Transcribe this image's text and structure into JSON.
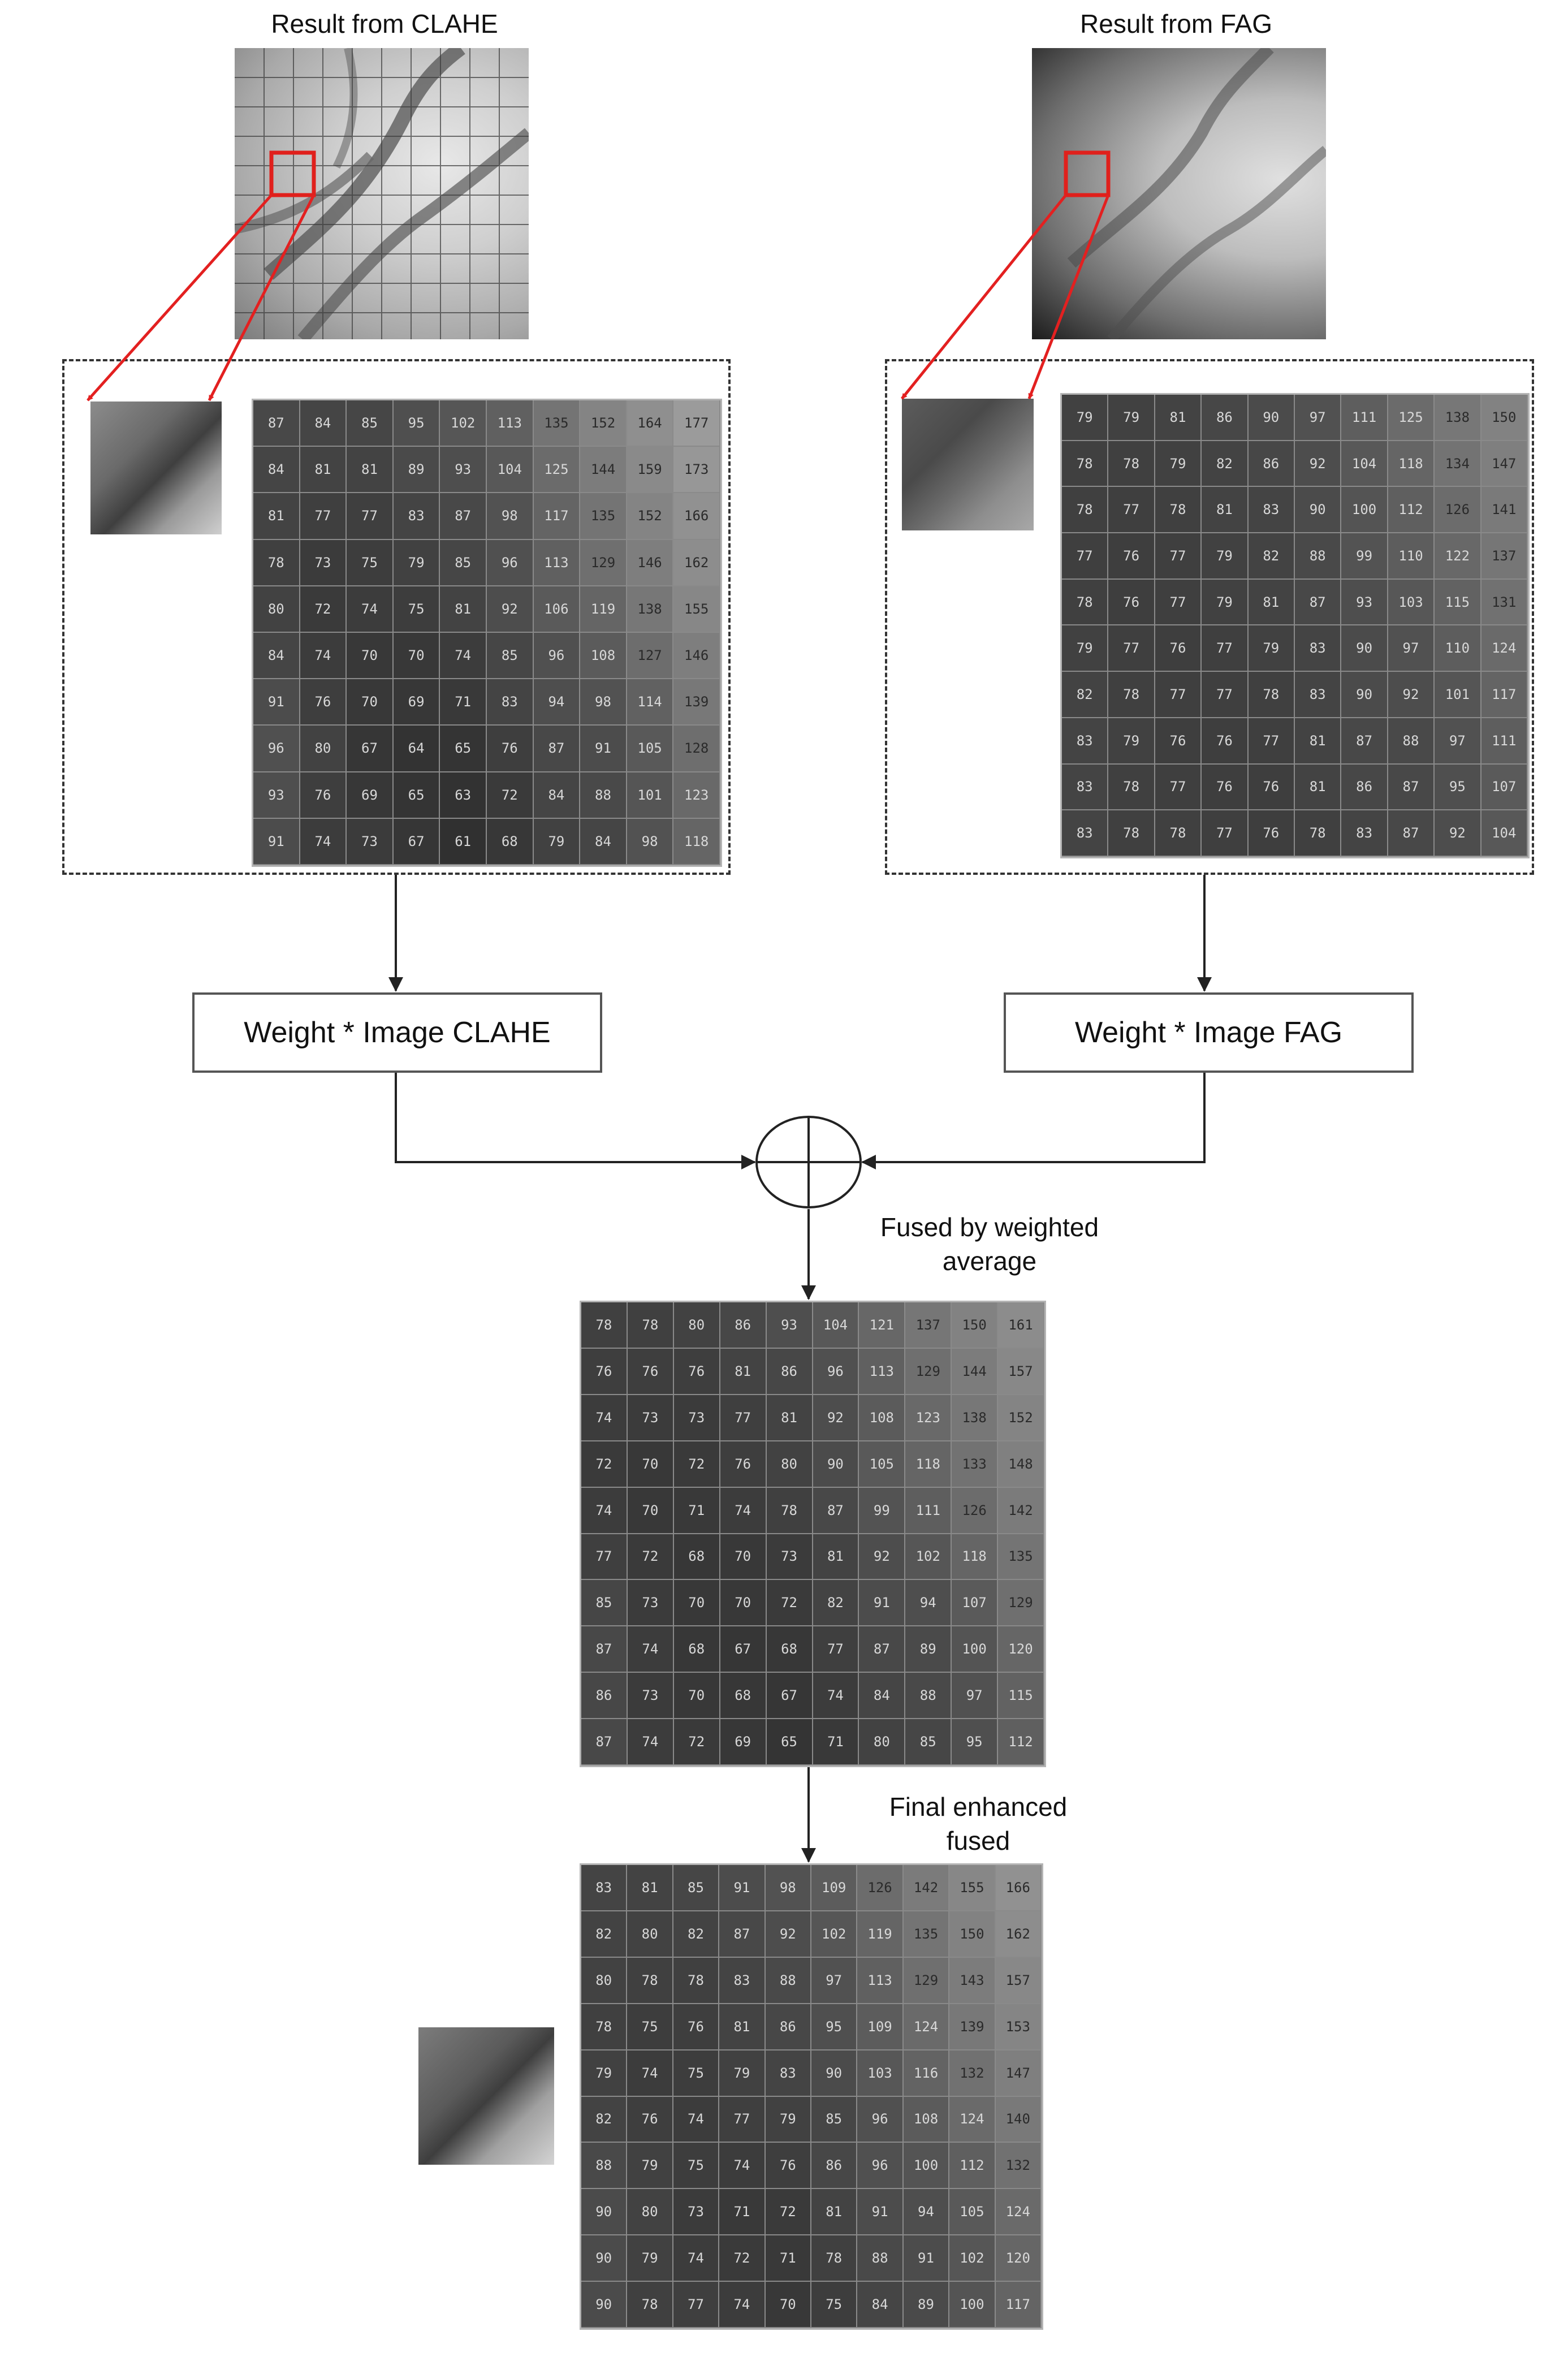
{
  "top_left_label": "Result from CLAHE",
  "top_right_label": "Result from FAG",
  "box_left": "Weight * Image CLAHE",
  "box_right": "Weight * Image FAG",
  "fused_label_line1": "Fused by weighted",
  "fused_label_line2": "average",
  "final_label_line1": "Final enhanced",
  "final_label_line2": "fused",
  "colors": {
    "arrow_red": "#e32020",
    "zoom_box_red": "#e0201c",
    "connector": "#222222"
  },
  "grids": {
    "clahe": [
      [
        87,
        84,
        85,
        95,
        102,
        113,
        135,
        152,
        164,
        177
      ],
      [
        84,
        81,
        81,
        89,
        93,
        104,
        125,
        144,
        159,
        173
      ],
      [
        81,
        77,
        77,
        83,
        87,
        98,
        117,
        135,
        152,
        166
      ],
      [
        78,
        73,
        75,
        79,
        85,
        96,
        113,
        129,
        146,
        162
      ],
      [
        80,
        72,
        74,
        75,
        81,
        92,
        106,
        119,
        138,
        155
      ],
      [
        84,
        74,
        70,
        70,
        74,
        85,
        96,
        108,
        127,
        146
      ],
      [
        91,
        76,
        70,
        69,
        71,
        83,
        94,
        98,
        114,
        139
      ],
      [
        96,
        80,
        67,
        64,
        65,
        76,
        87,
        91,
        105,
        128
      ],
      [
        93,
        76,
        69,
        65,
        63,
        72,
        84,
        88,
        101,
        123
      ],
      [
        91,
        74,
        73,
        67,
        61,
        68,
        79,
        84,
        98,
        118
      ]
    ],
    "fag": [
      [
        79,
        79,
        81,
        86,
        90,
        97,
        111,
        125,
        138,
        150
      ],
      [
        78,
        78,
        79,
        82,
        86,
        92,
        104,
        118,
        134,
        147
      ],
      [
        78,
        77,
        78,
        81,
        83,
        90,
        100,
        112,
        126,
        141
      ],
      [
        77,
        76,
        77,
        79,
        82,
        88,
        99,
        110,
        122,
        137
      ],
      [
        78,
        76,
        77,
        79,
        81,
        87,
        93,
        103,
        115,
        131
      ],
      [
        79,
        77,
        76,
        77,
        79,
        83,
        90,
        97,
        110,
        124
      ],
      [
        82,
        78,
        77,
        77,
        78,
        83,
        90,
        92,
        101,
        117
      ],
      [
        83,
        79,
        76,
        76,
        77,
        81,
        87,
        88,
        97,
        111
      ],
      [
        83,
        78,
        77,
        76,
        76,
        81,
        86,
        87,
        95,
        107
      ],
      [
        83,
        78,
        78,
        77,
        76,
        78,
        83,
        87,
        92,
        104
      ]
    ],
    "fused": [
      [
        78,
        78,
        80,
        86,
        93,
        104,
        121,
        137,
        150,
        161
      ],
      [
        76,
        76,
        76,
        81,
        86,
        96,
        113,
        129,
        144,
        157
      ],
      [
        74,
        73,
        73,
        77,
        81,
        92,
        108,
        123,
        138,
        152
      ],
      [
        72,
        70,
        72,
        76,
        80,
        90,
        105,
        118,
        133,
        148
      ],
      [
        74,
        70,
        71,
        74,
        78,
        87,
        99,
        111,
        126,
        142
      ],
      [
        77,
        72,
        68,
        70,
        73,
        81,
        92,
        102,
        118,
        135
      ],
      [
        85,
        73,
        70,
        70,
        72,
        82,
        91,
        94,
        107,
        129
      ],
      [
        87,
        74,
        68,
        67,
        68,
        77,
        87,
        89,
        100,
        120
      ],
      [
        86,
        73,
        70,
        68,
        67,
        74,
        84,
        88,
        97,
        115
      ],
      [
        87,
        74,
        72,
        69,
        65,
        71,
        80,
        85,
        95,
        112
      ]
    ],
    "final": [
      [
        83,
        81,
        85,
        91,
        98,
        109,
        126,
        142,
        155,
        166
      ],
      [
        82,
        80,
        82,
        87,
        92,
        102,
        119,
        135,
        150,
        162
      ],
      [
        80,
        78,
        78,
        83,
        88,
        97,
        113,
        129,
        143,
        157
      ],
      [
        78,
        75,
        76,
        81,
        86,
        95,
        109,
        124,
        139,
        153
      ],
      [
        79,
        74,
        75,
        79,
        83,
        90,
        103,
        116,
        132,
        147
      ],
      [
        82,
        76,
        74,
        77,
        79,
        85,
        96,
        108,
        124,
        140
      ],
      [
        88,
        79,
        75,
        74,
        76,
        86,
        96,
        100,
        112,
        132
      ],
      [
        90,
        80,
        73,
        71,
        72,
        81,
        91,
        94,
        105,
        124
      ],
      [
        90,
        79,
        74,
        72,
        71,
        78,
        88,
        91,
        102,
        120
      ],
      [
        90,
        78,
        77,
        74,
        70,
        75,
        84,
        89,
        100,
        117
      ]
    ]
  }
}
